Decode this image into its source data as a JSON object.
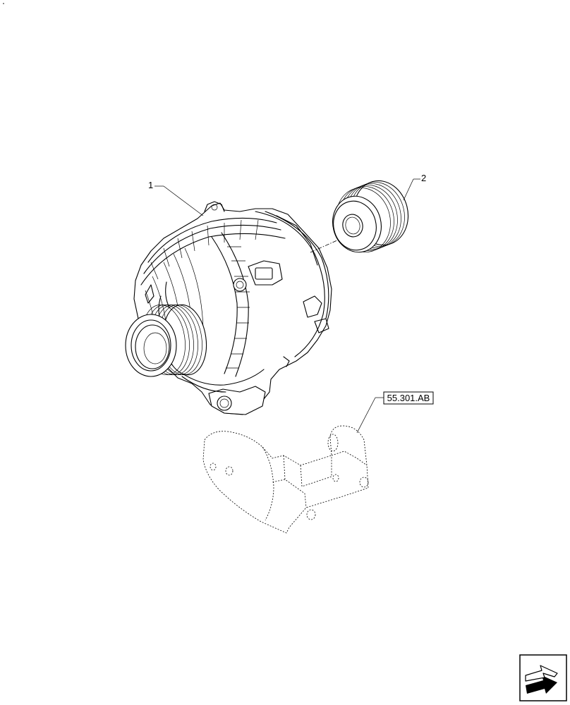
{
  "figure": {
    "callouts": [
      {
        "id": "1",
        "label": "1"
      },
      {
        "id": "2",
        "label": "2"
      }
    ],
    "reference": {
      "label": "55.301.AB"
    }
  },
  "icons": {
    "corner_mark": "dot-mark",
    "nav": "next-page-arrow-icon"
  }
}
